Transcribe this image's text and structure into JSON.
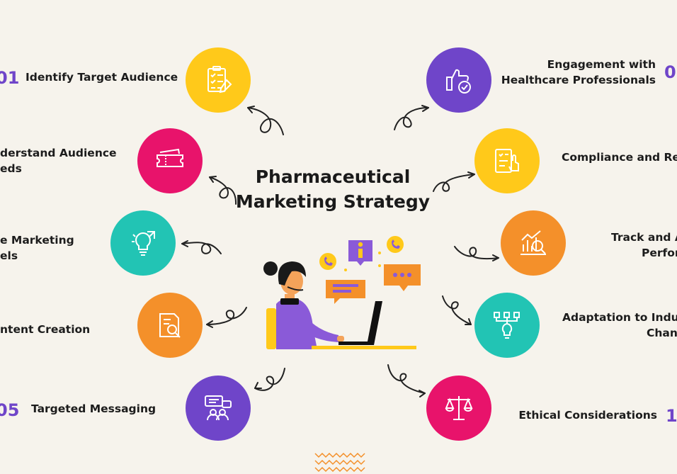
{
  "title": {
    "line1": "Pharmaceutical",
    "line2": "Marketing Strategy"
  },
  "colors": {
    "purple": "#6f45c9",
    "yellow": "#ffc91a",
    "pink": "#e8136b",
    "teal": "#22c4b4",
    "orange": "#f4902a",
    "background": "#f6f3ec"
  },
  "steps": [
    {
      "num": "01",
      "label1": "Identify Target Audience",
      "label2": "",
      "icon": "checklist-icon"
    },
    {
      "num": "",
      "label1": "derstand Audience",
      "label2": "eds",
      "icon": "ticket-icon"
    },
    {
      "num": "",
      "label1": "e Marketing",
      "label2": "els",
      "icon": "lightbulb-icon"
    },
    {
      "num": "",
      "label1": "ntent Creation",
      "label2": "",
      "icon": "document-search-icon"
    },
    {
      "num": "05",
      "label1": "Targeted Messaging",
      "label2": "",
      "icon": "chat-people-icon"
    },
    {
      "num": "0",
      "label1": "Engagement with",
      "label2": "Healthcare Professionals",
      "icon": "thumbs-up-icon"
    },
    {
      "num": "",
      "label1": "Compliance and Reg",
      "label2": "",
      "icon": "clipboard-hand-icon"
    },
    {
      "num": "",
      "label1": "Track and A",
      "label2": "Perfor",
      "icon": "chart-magnifier-icon"
    },
    {
      "num": "",
      "label1": "Adaptation to Indus",
      "label2": "Chan",
      "icon": "idea-network-icon"
    },
    {
      "num": "1",
      "label1": "Ethical Considerations",
      "label2": "",
      "icon": "scales-icon"
    }
  ]
}
